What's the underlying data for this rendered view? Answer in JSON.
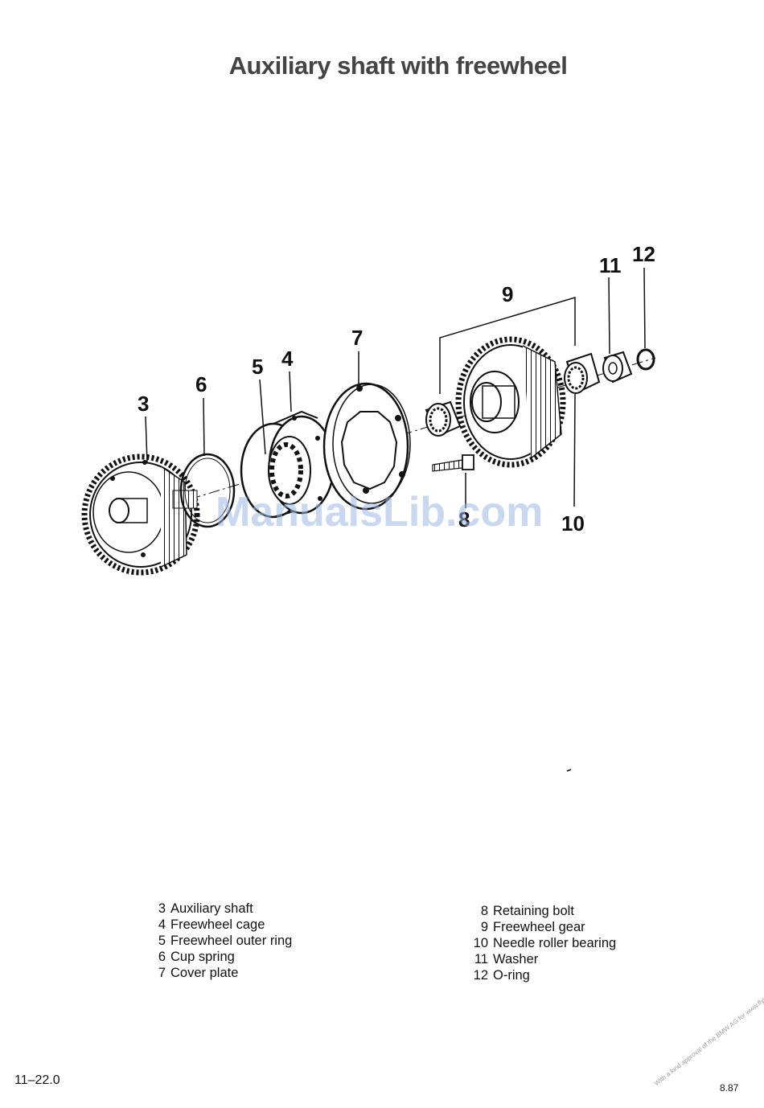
{
  "title": "Auxiliary shaft with freewheel",
  "callouts": {
    "c3": "3",
    "c4": "4",
    "c5": "5",
    "c6": "6",
    "c7": "7",
    "c8": "8",
    "c9": "9",
    "c10": "10",
    "c11": "11",
    "c12": "12"
  },
  "watermark": "ManualsLib.com",
  "legend": {
    "left": [
      {
        "num": "3",
        "label": "Auxiliary shaft"
      },
      {
        "num": "4",
        "label": "Freewheel cage"
      },
      {
        "num": "5",
        "label": "Freewheel outer ring"
      },
      {
        "num": "6",
        "label": "Cup spring"
      },
      {
        "num": "7",
        "label": "Cover plate"
      }
    ],
    "right": [
      {
        "num": "8",
        "label": "Retaining bolt"
      },
      {
        "num": "9",
        "label": "Freewheel gear"
      },
      {
        "num": "10",
        "label": "Needle roller bearing"
      },
      {
        "num": "11",
        "label": "Washer"
      },
      {
        "num": "12",
        "label": "O-ring"
      }
    ]
  },
  "footer": {
    "page_number": "11–22.0",
    "date": "8.87",
    "approval": "With a kind approval of the BMW AG for www.flyingbrick.de"
  },
  "colors": {
    "watermark": "#9ab8e6",
    "ink": "#111111"
  }
}
